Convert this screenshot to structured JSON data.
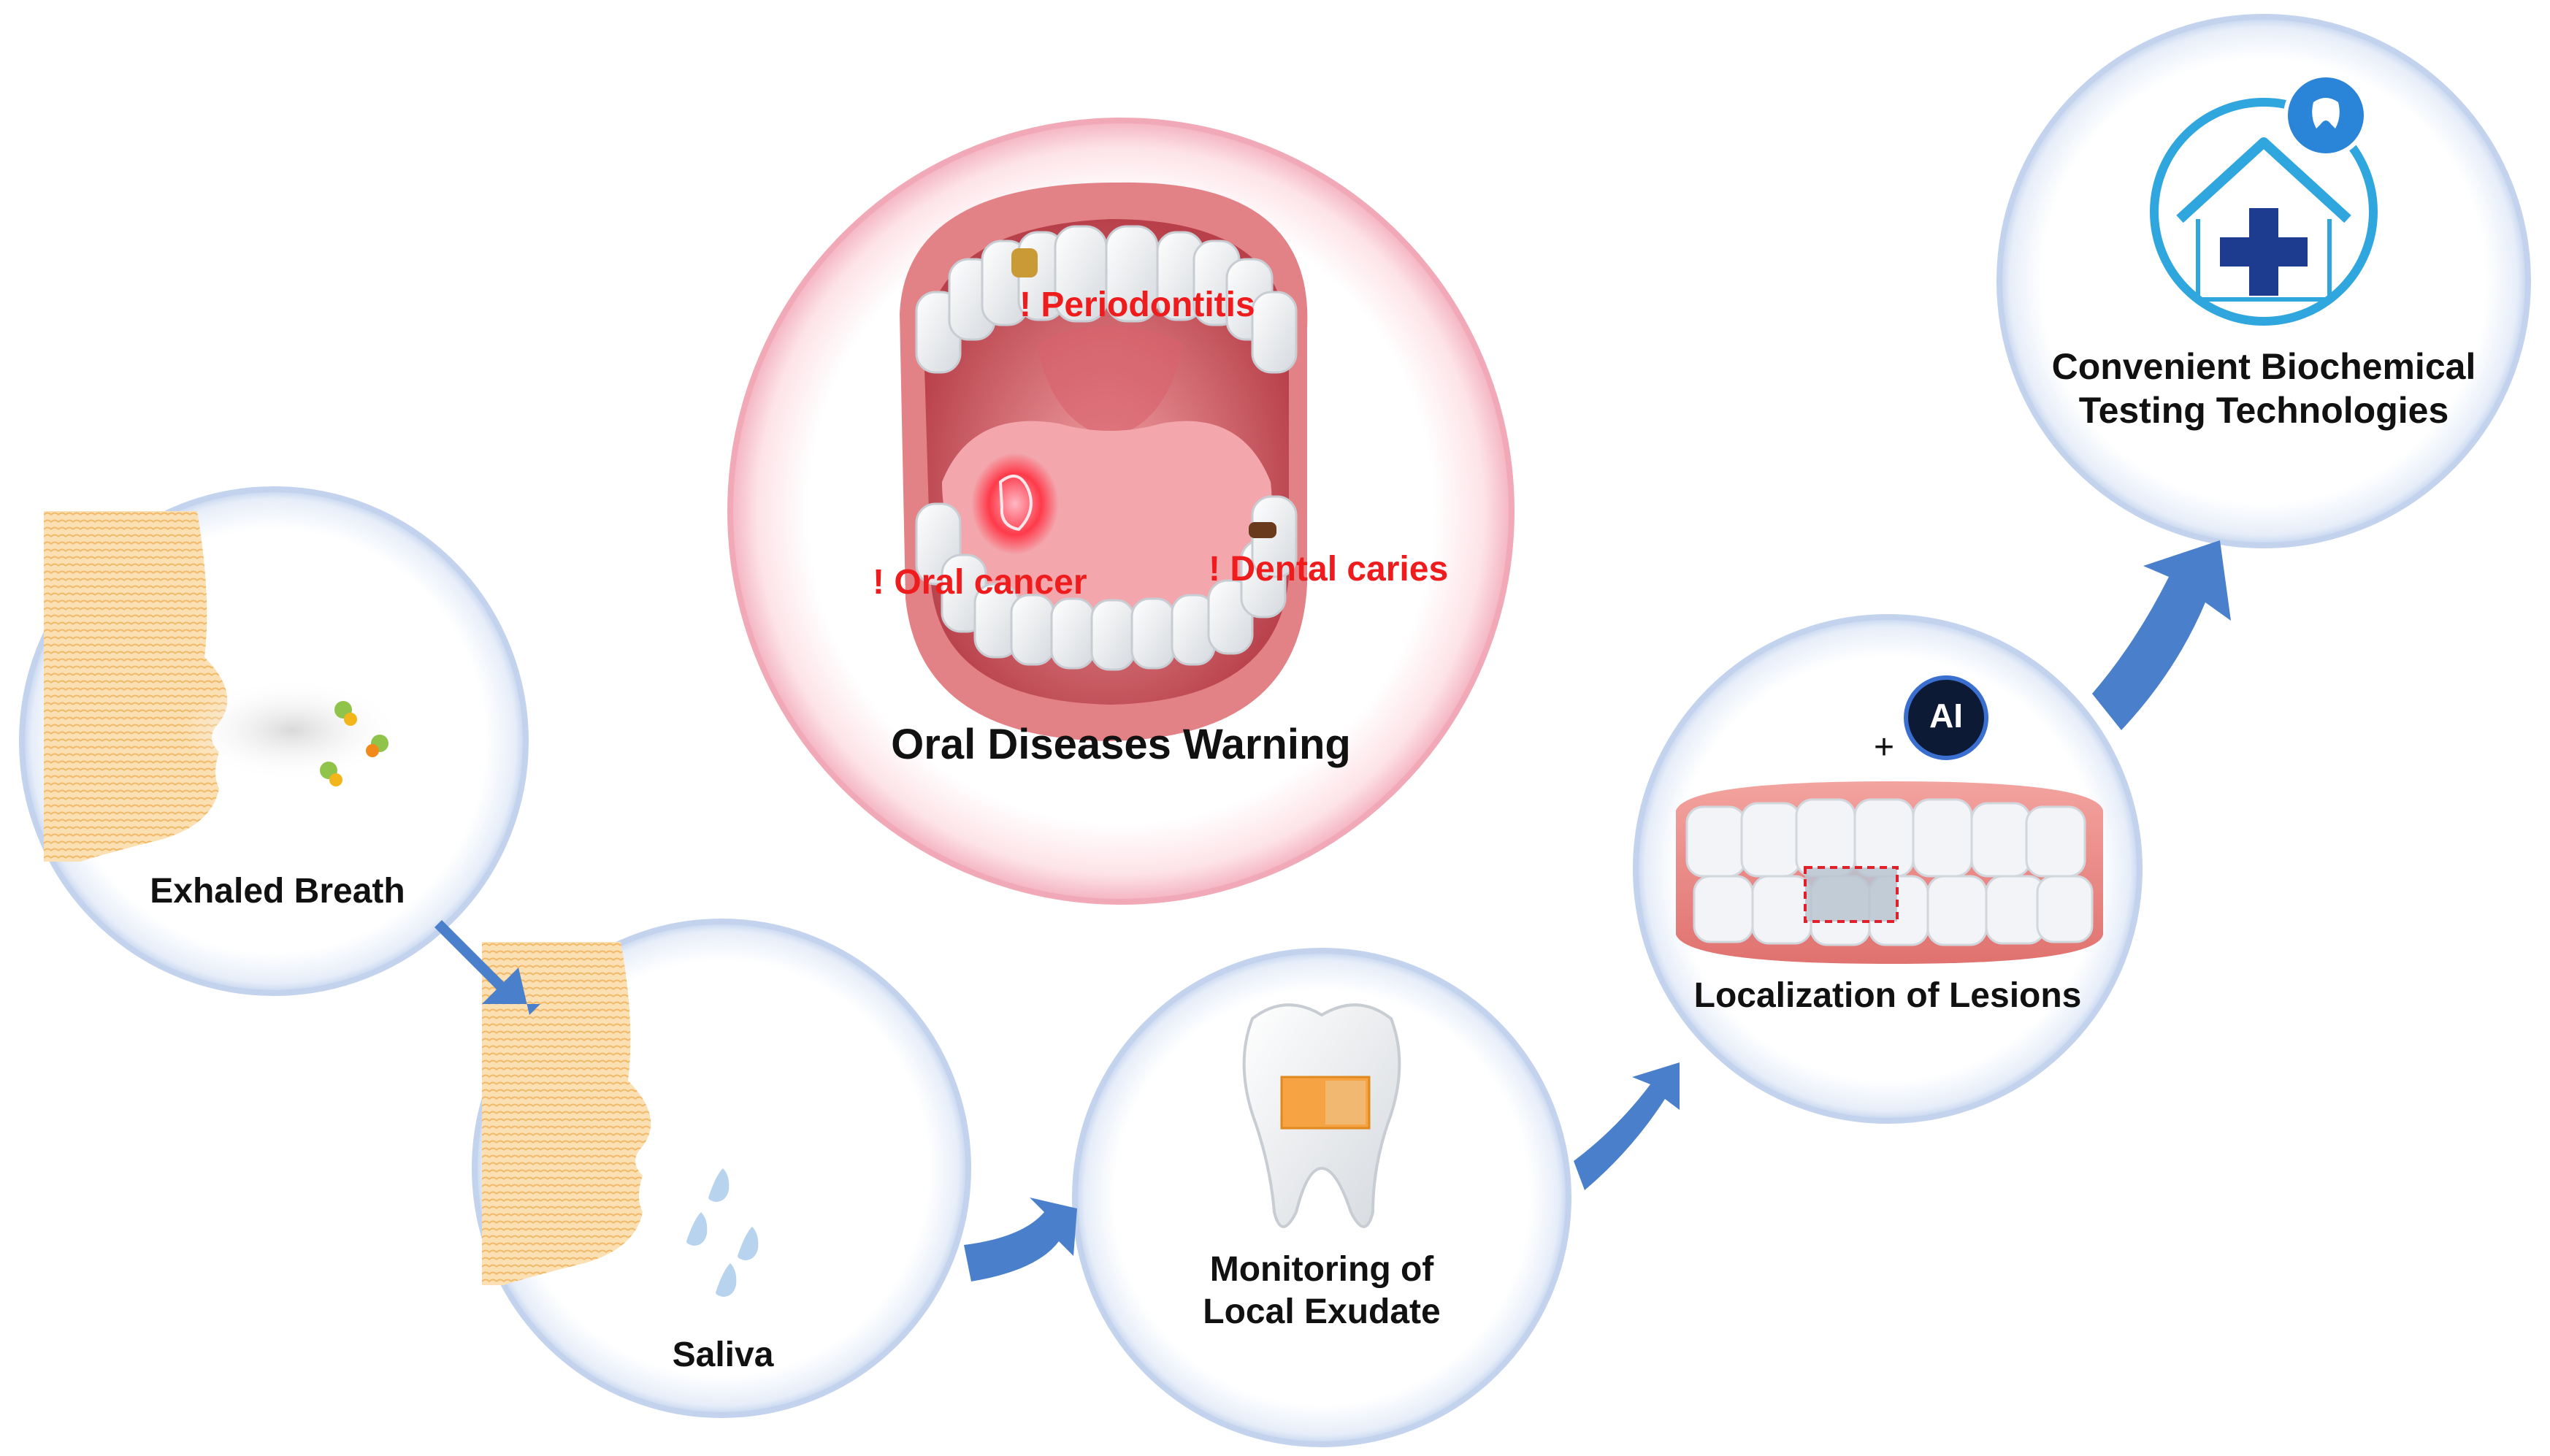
{
  "diagram": {
    "center": {
      "caption": "Oral Diseases Warning",
      "warnings": [
        {
          "mark": "!",
          "text": "Periodontitis"
        },
        {
          "mark": "!",
          "text": "Oral cancer"
        },
        {
          "mark": "!",
          "text": "Dental caries"
        }
      ]
    },
    "steps": {
      "exhaled_breath": "Exhaled Breath",
      "saliva": "Saliva",
      "local_exudate": [
        "Monitoring of",
        "Local Exudate"
      ],
      "lesions": "Localization of Lesions",
      "biochemical": [
        "Convenient Biochemical",
        "Testing Technologies"
      ]
    },
    "ai_badge": "AI",
    "plus_sign": "+",
    "colors": {
      "arrow": "#4a7fcc",
      "circle_border": "#c7d6ef",
      "pink_ring": "#f7c8d1",
      "warning_text": "#ee1c1c",
      "house_icon": "#2fa6dd",
      "cross": "#1d3b8f",
      "ai_badge_bg": "#0d1a36"
    }
  }
}
